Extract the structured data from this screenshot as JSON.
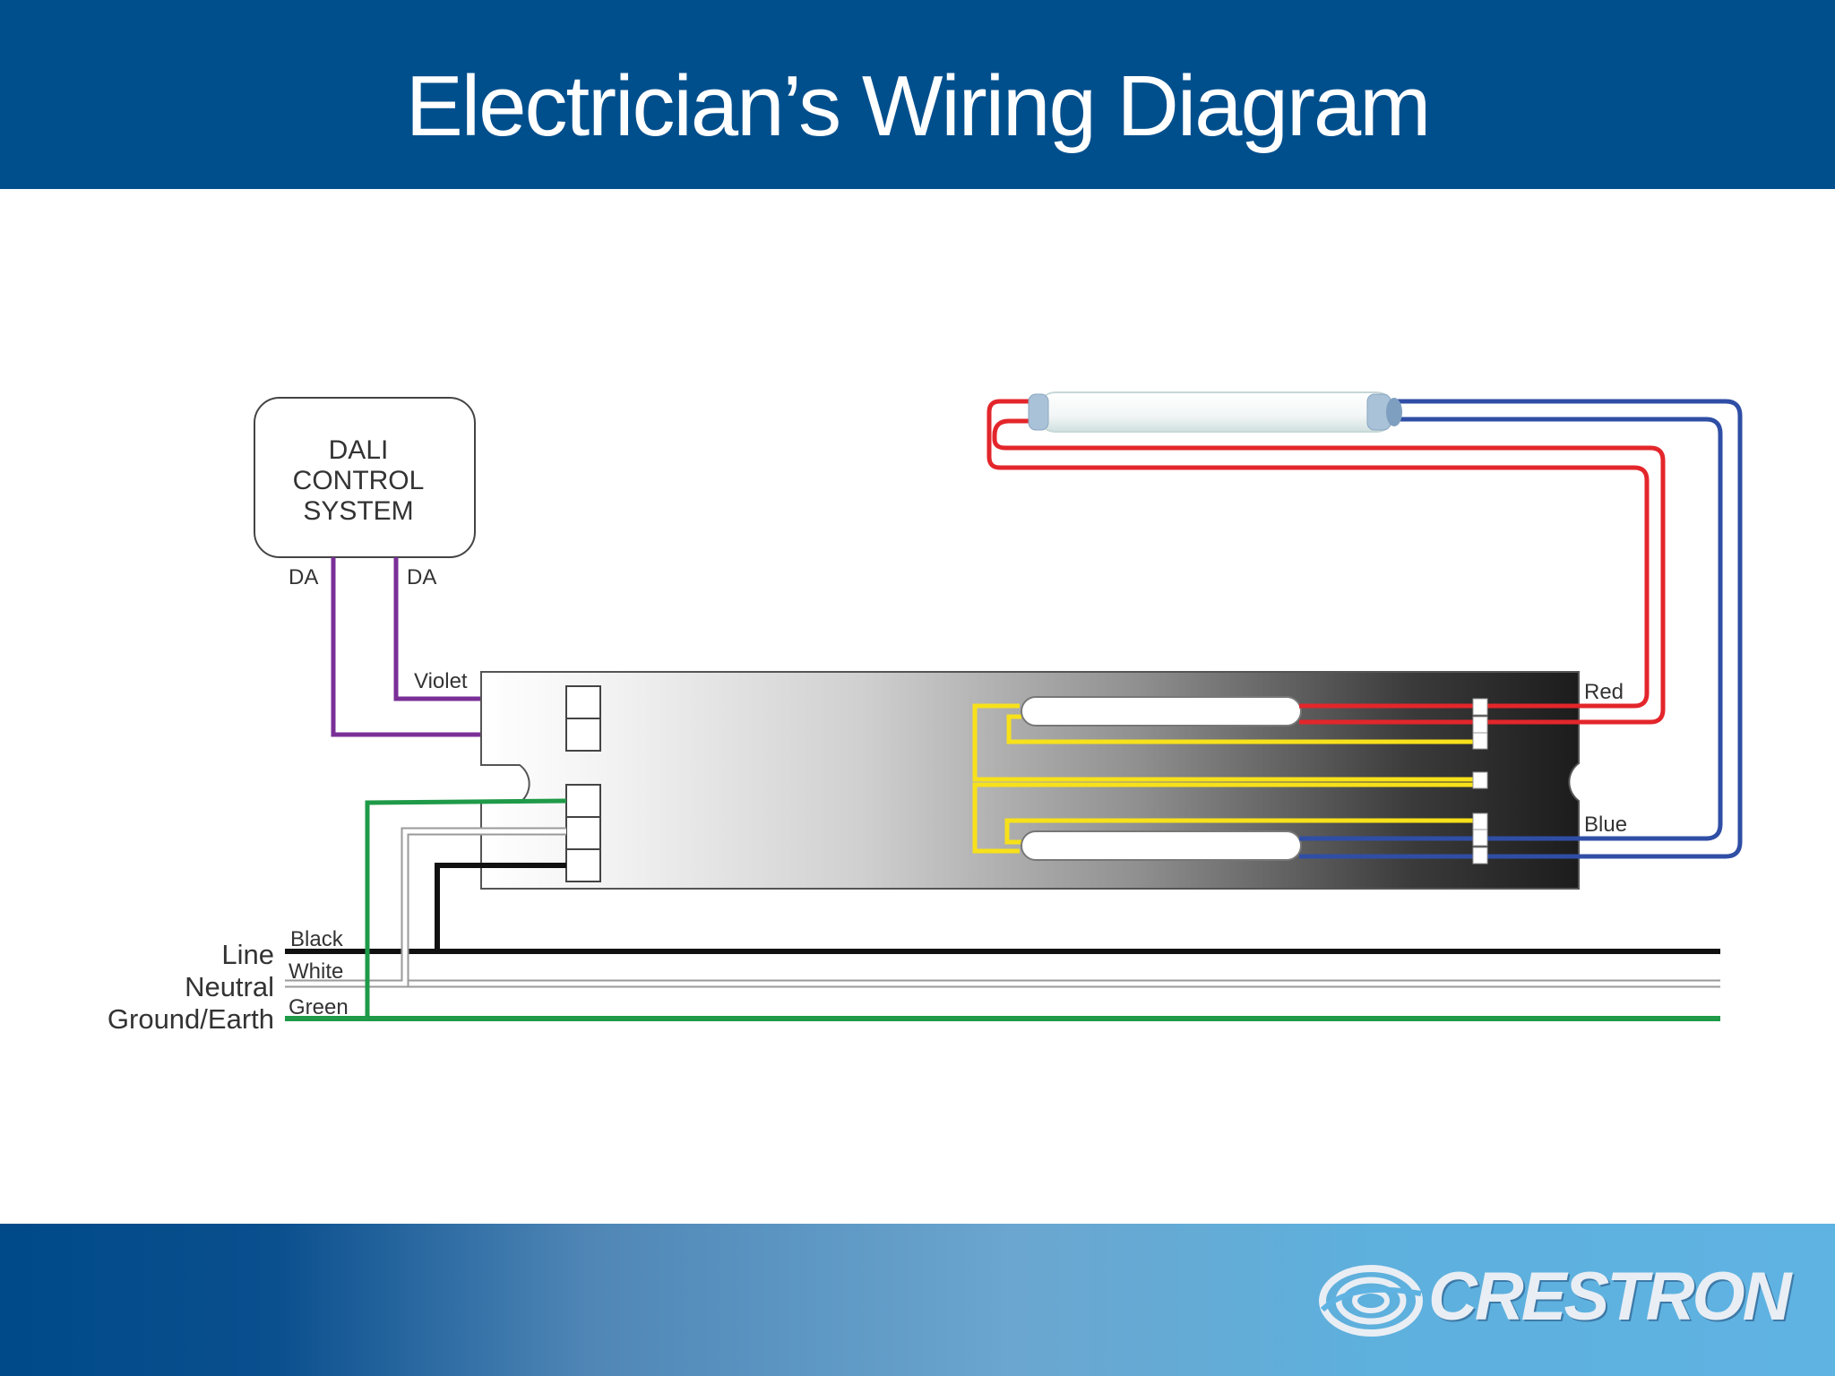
{
  "slide": {
    "title": "Electrician’s Wiring Diagram"
  },
  "diagram": {
    "dali_box": {
      "lines": [
        "DALI",
        "CONTROL",
        "SYSTEM"
      ]
    },
    "da_labels": [
      "DA",
      "DA"
    ],
    "wire_labels": {
      "violet": "Violet",
      "red": "Red",
      "blue": "Blue",
      "black": "Black",
      "white": "White",
      "green": "Green"
    },
    "line_labels": {
      "line": "Line",
      "neutral": "Neutral",
      "ground": "Ground/Earth"
    },
    "colors": {
      "violet": "#7a2f97",
      "red": "#e3262b",
      "blue": "#2f4ea5",
      "yellow": "#f7e11a",
      "black": "#111111",
      "green": "#1f9a48",
      "header_blue": "#004f8d"
    }
  },
  "footer": {
    "logo_text": "CRESTRON"
  }
}
